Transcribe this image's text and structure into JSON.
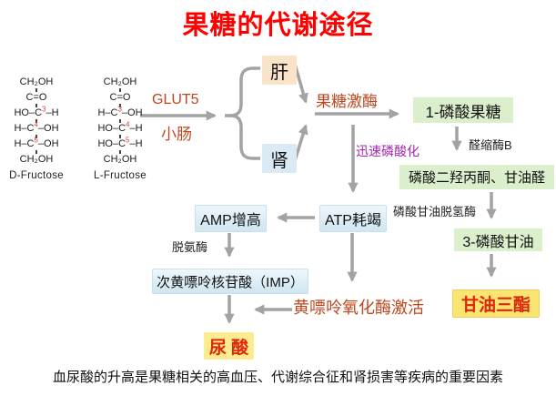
{
  "title": "果糖的代谢途径",
  "caption": "血尿酸的升高是果糖相关的高血压、代谢综合征和肾损害等疾病的重要因素",
  "molecules": {
    "d_fructose": {
      "label": "D-Fructose",
      "rows": [
        {
          "t": "CH₂OH"
        },
        {
          "t": "C=O"
        },
        {
          "t": "HO–C",
          "sup": "3",
          "t2": "–H"
        },
        {
          "t": "H–C",
          "sup": "4",
          "t2": "–OH"
        },
        {
          "t": "H–C",
          "sup": "5",
          "t2": "–OH"
        },
        {
          "t": "CH₂OH"
        }
      ]
    },
    "l_fructose": {
      "label": "L-Fructose",
      "rows": [
        {
          "t": "CH₂OH"
        },
        {
          "t": "C=O"
        },
        {
          "t": "H–C",
          "sup": "3",
          "t2": "–OH"
        },
        {
          "t": "HO–C",
          "sup": "4",
          "t2": "–H"
        },
        {
          "t": "HO–C",
          "sup": "5",
          "t2": "–H"
        },
        {
          "t": "CH₂OH"
        }
      ]
    }
  },
  "labels": {
    "glut5": "GLUT5",
    "small_intestine": "小肠",
    "liver": "肝",
    "kidney": "肾",
    "fructokinase": "果糖激酶",
    "rapid_phosphorylation": "迅速磷酸化",
    "aldolase_b": "醛缩酶B",
    "glycerophosphate_dehydrogenase": "磷酸甘油脱氢酶",
    "deaminase": "脱氨酶",
    "xanthine_oxidase_activation": "黄嘌呤氧化酶激活"
  },
  "nodes": {
    "fructose_1_phosphate": "1-磷酸果糖",
    "dhap_glyceraldehyde": "磷酸二羟丙酮、甘油醛",
    "glycerol_3_phosphate": "3-磷酸甘油",
    "triglyceride": "甘油三酯",
    "atp_depletion": "ATP耗竭",
    "amp_increase": "AMP增高",
    "imp": "次黄嘌呤核苷酸（IMP）",
    "uric_acid": "尿 酸"
  },
  "colors": {
    "title_red": "#fe0000",
    "enzyme_label": "#c0461e",
    "purple_label": "#a128ad",
    "arrow_gray": "#a3a3a3",
    "box_green": "#dcefcd",
    "box_blue": "#cfe6f2",
    "box_peach": "#f9e3c9",
    "box_lightblue": "#d9eaf4",
    "box_yellow": "#fbe470",
    "box_yellow_light": "#fdeb90",
    "red_box_text": "#e1250b",
    "carbon_number_red": "#cc4444"
  }
}
